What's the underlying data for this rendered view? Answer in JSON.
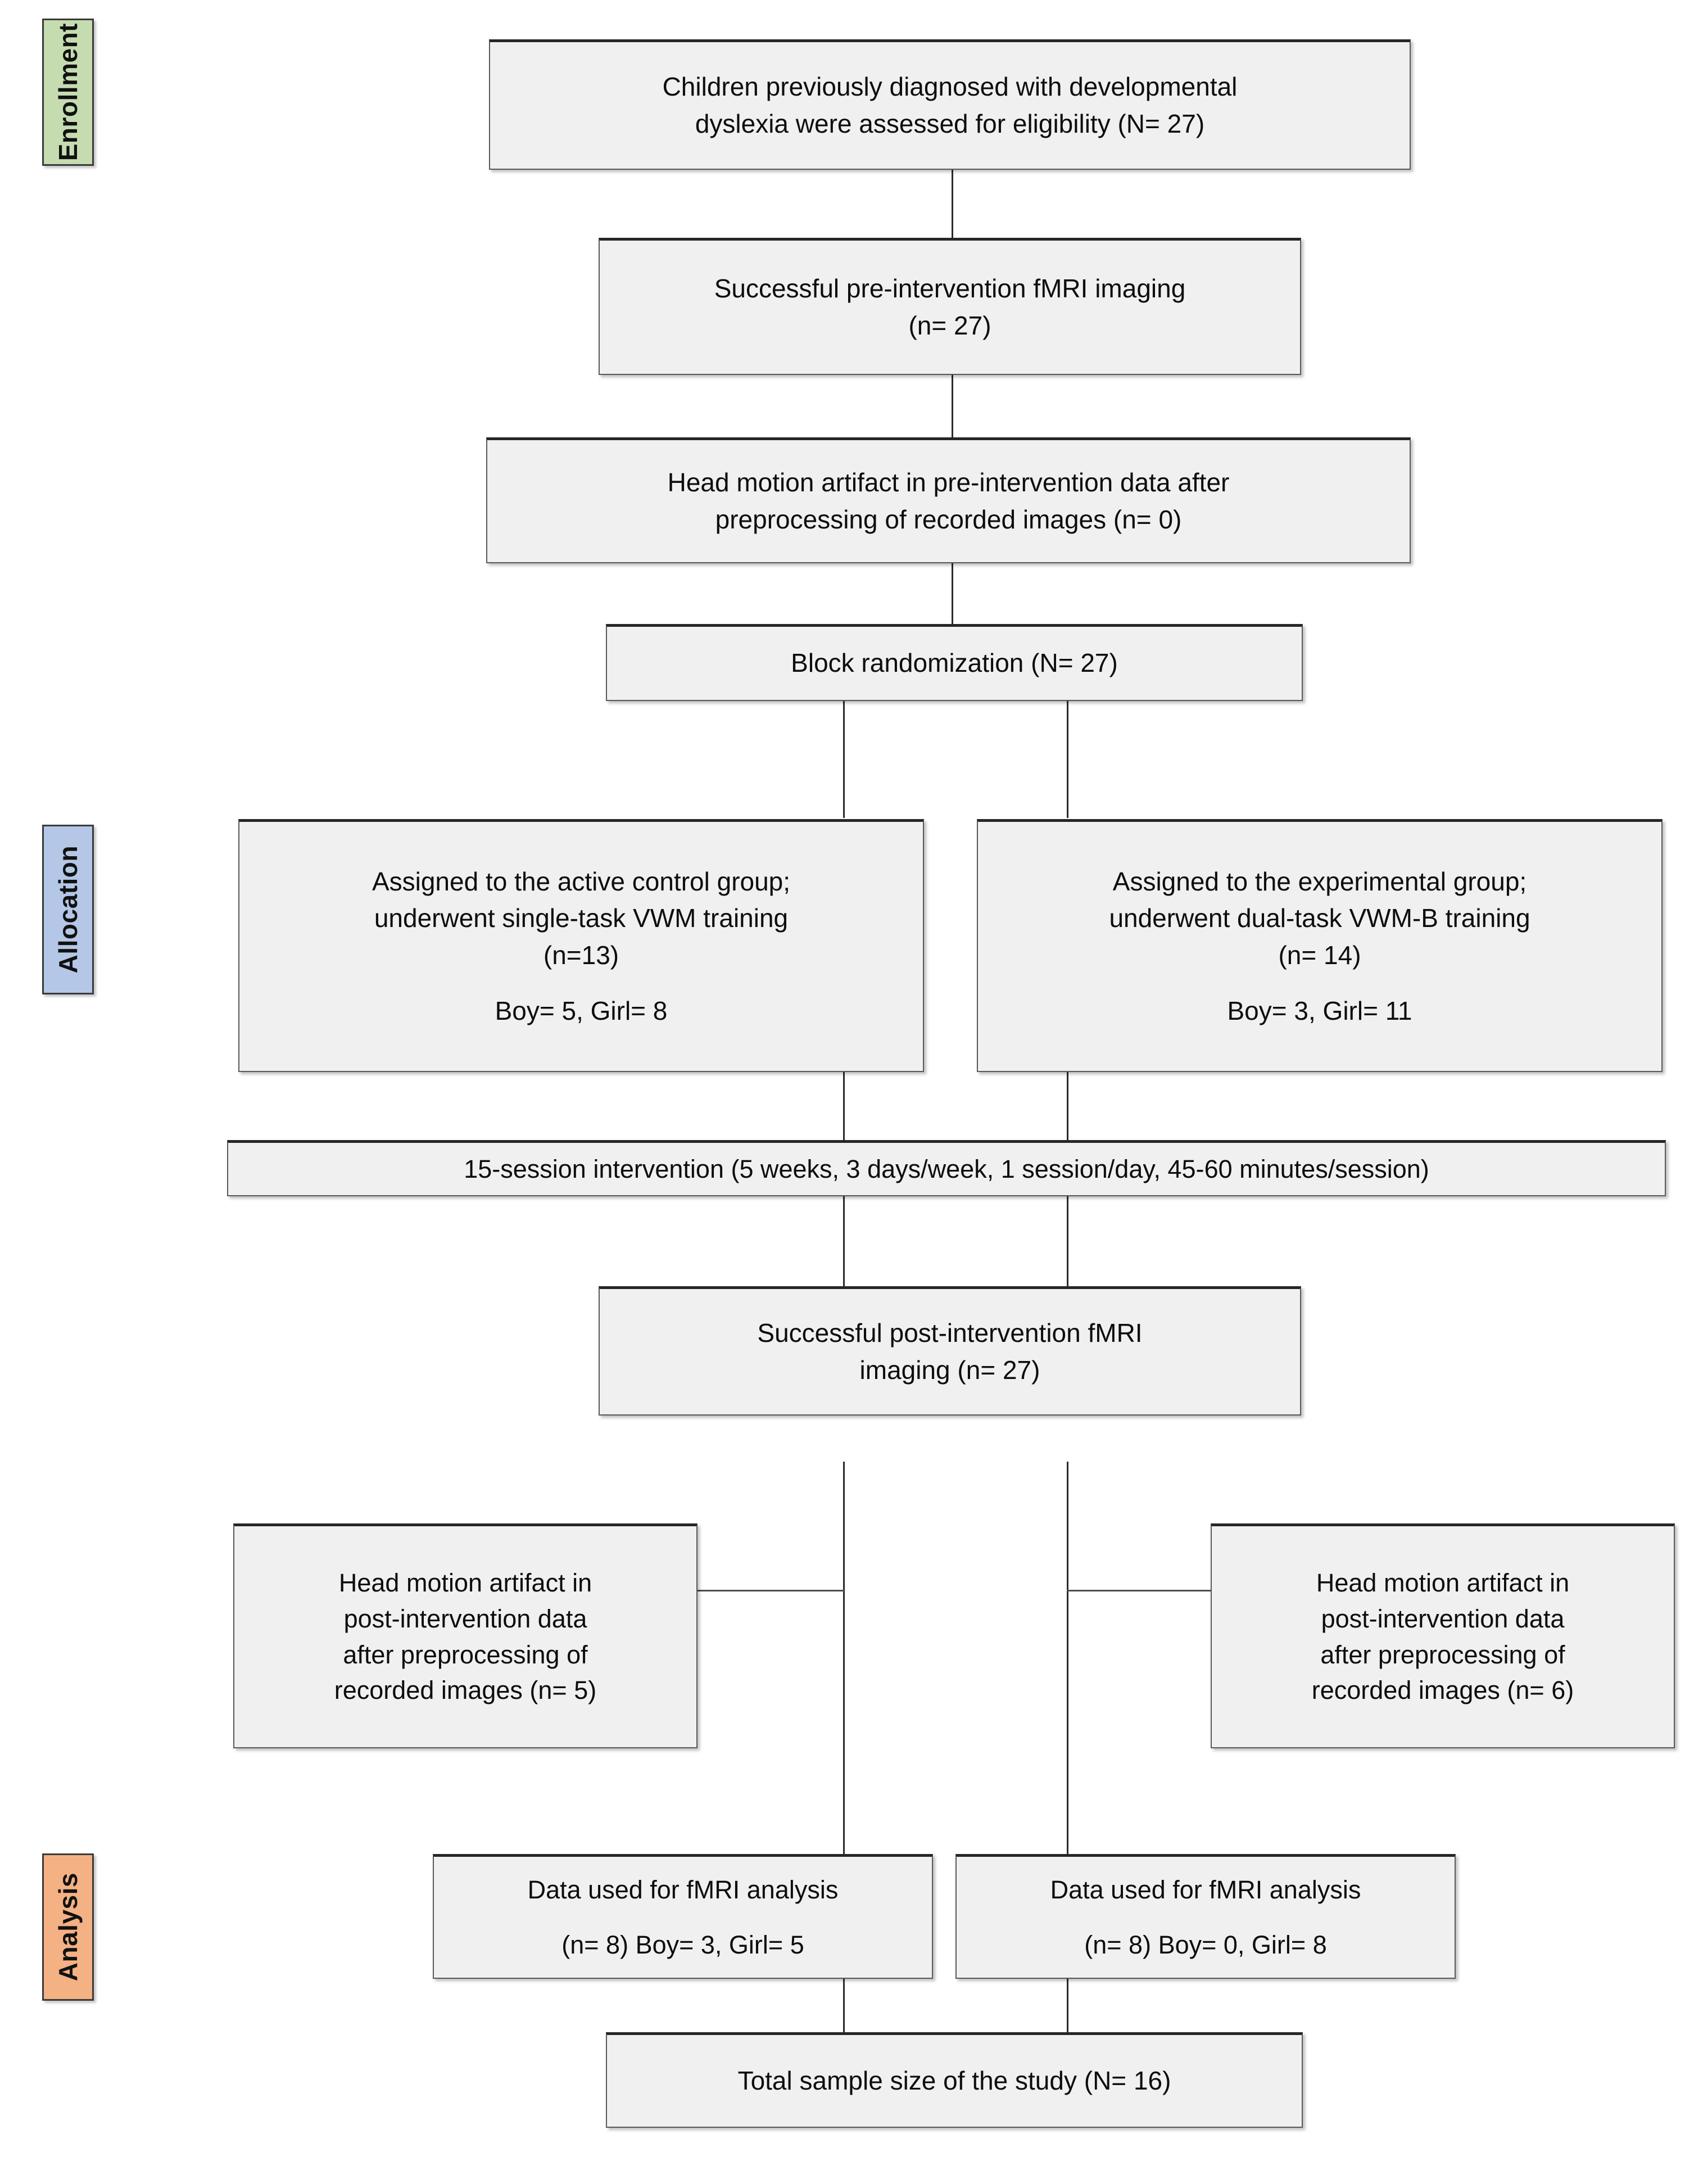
{
  "diagram": {
    "title": "CONSORT participant flow diagram",
    "phases": [
      {
        "id": "enrollment",
        "label": "Enrollment",
        "color": "#c5dcb0"
      },
      {
        "id": "allocation",
        "label": "Allocation",
        "color": "#b4c7e7"
      },
      {
        "id": "analysis",
        "label": "Analysis",
        "color": "#f4b183"
      }
    ],
    "boxes": {
      "eligibility": {
        "line1": "Children previously diagnosed with developmental",
        "line2": "dyslexia were assessed for eligibility (N= 27)"
      },
      "pre_fmri": {
        "line1": "Successful pre-intervention fMRI imaging",
        "line2": "(n= 27)"
      },
      "pre_motion": {
        "line1": "Head motion artifact in pre-intervention data after",
        "line2": "preprocessing of recorded images (n= 0)"
      },
      "randomization": {
        "line1": "Block randomization (N= 27)"
      },
      "control_group": {
        "line1": "Assigned to the active control group;",
        "line2": "underwent single-task VWM training",
        "line3": "(n=13)",
        "line4": "Boy= 5, Girl= 8"
      },
      "experimental_group": {
        "line1": "Assigned to the experimental group;",
        "line2": "underwent dual-task VWM-B training",
        "line3": "(n= 14)",
        "line4": "Boy= 3, Girl= 11"
      },
      "intervention": {
        "line1": "15-session intervention (5 weeks, 3 days/week, 1 session/day, 45-60 minutes/session)"
      },
      "post_fmri": {
        "line1": "Successful post-intervention fMRI",
        "line2": "imaging (n= 27)"
      },
      "post_motion_left": {
        "line1": "Head motion artifact in",
        "line2": "post-intervention data",
        "line3": "after preprocessing of",
        "line4": "recorded images (n= 5)"
      },
      "post_motion_right": {
        "line1": "Head motion artifact in",
        "line2": "post-intervention data",
        "line3": "after preprocessing of",
        "line4": "recorded images (n= 6)"
      },
      "analysis_left": {
        "line1": "Data used for fMRI analysis",
        "line2": "(n= 8) Boy= 3, Girl= 5"
      },
      "analysis_right": {
        "line1": "Data used for fMRI analysis",
        "line2": "(n= 8) Boy= 0, Girl= 8"
      },
      "total": {
        "line1": "Total sample size of the study (N= 16)"
      }
    },
    "colors": {
      "box_fill": "#f0f0f0",
      "box_border": "#595959",
      "box_top_border": "#262626",
      "connector": "#2b2b2b",
      "text": "#0d0d0d",
      "page_background": "#ffffff"
    }
  }
}
